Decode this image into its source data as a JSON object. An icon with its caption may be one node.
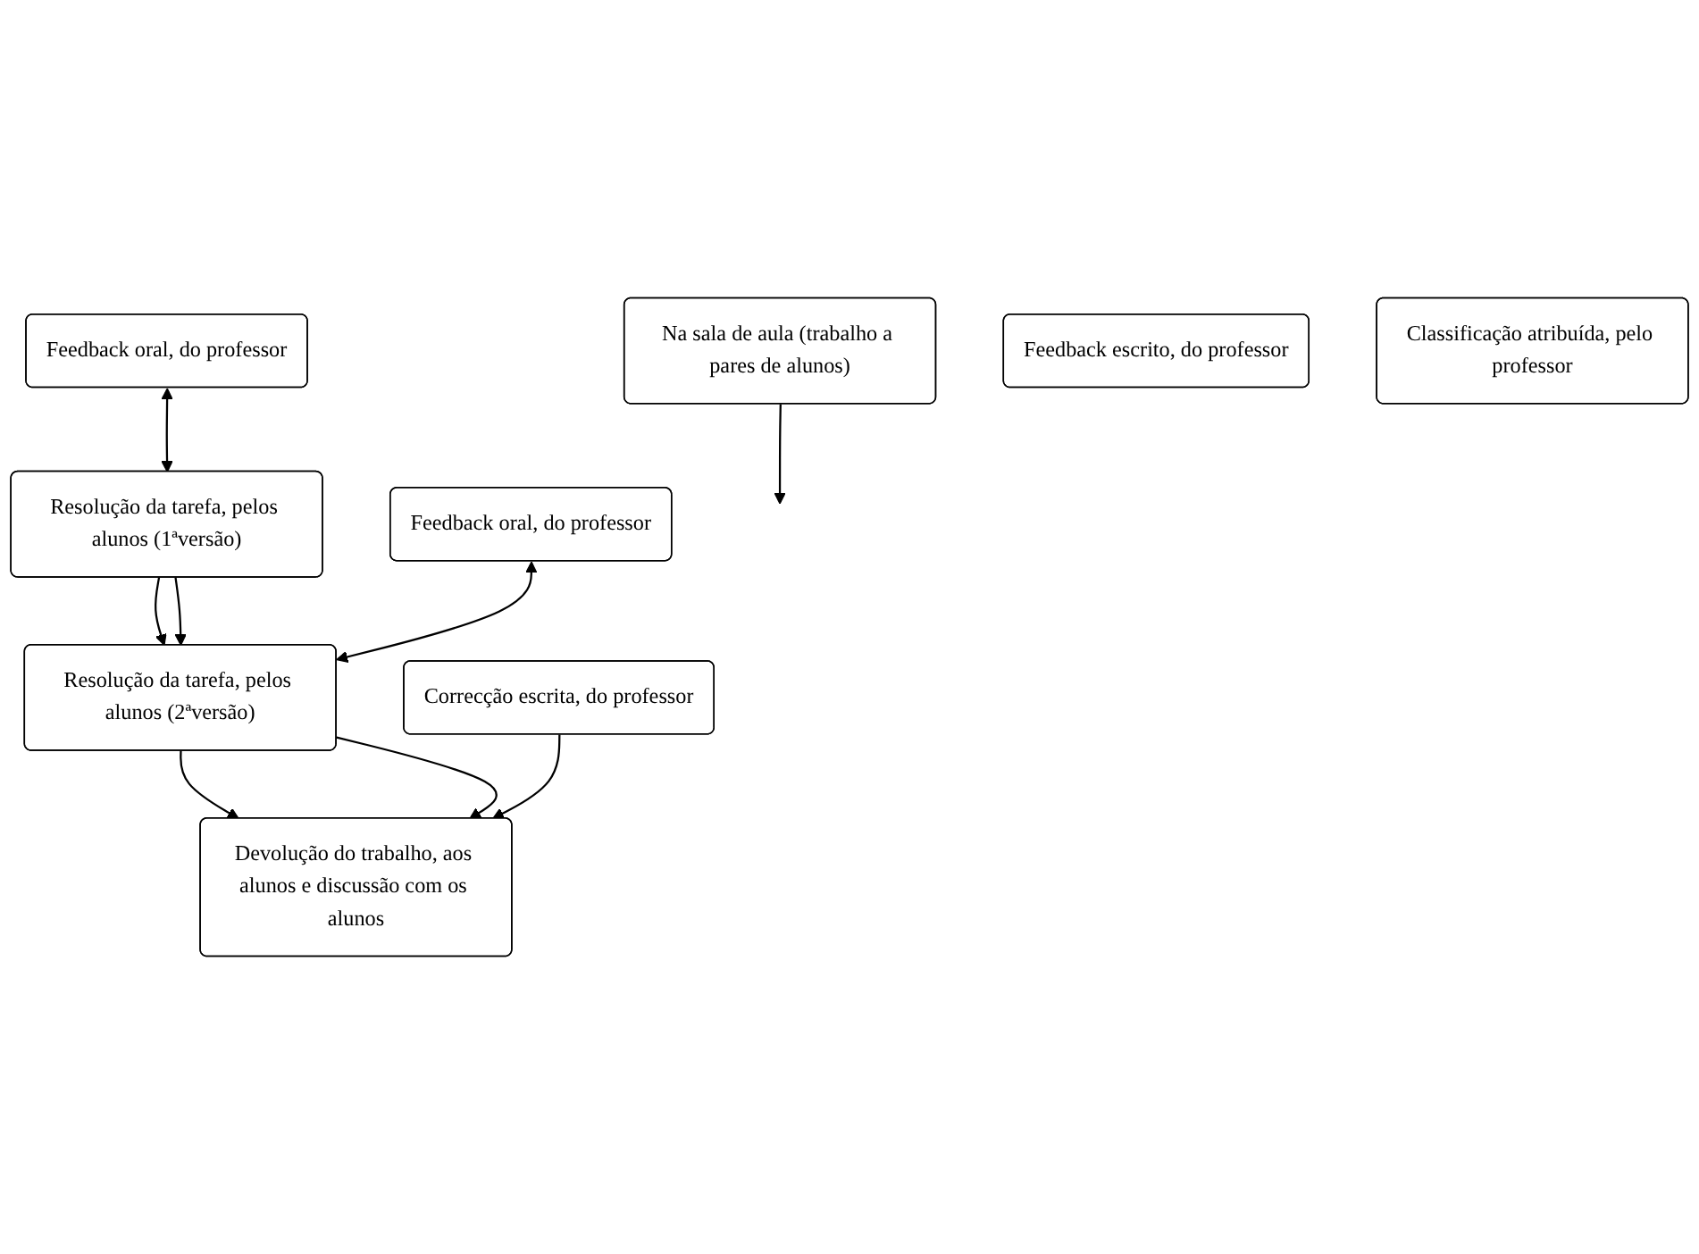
{
  "diagram": {
    "nodes": [
      {
        "text": [
          "Na sala de aula (trabalho a pares de alunos)"
        ]
      },
      {
        "text": [
          "Feedback oral, do professor"
        ]
      },
      {
        "text": [
          "Resolução da tarefa, pelos alunos (1ªversão)"
        ]
      },
      {
        "text": [
          "Feedback escrito, do professor"
        ]
      },
      {
        "text": [
          "Feedback oral, do professor"
        ]
      },
      {
        "text": [
          "Resolução da tarefa, pelos alunos (2ªversão)"
        ]
      },
      {
        "text": [
          "Classificação atribuída, pelo professor"
        ]
      },
      {
        "text": [
          "Correcção escrita, do professor"
        ]
      },
      {
        "text": [
          "Devolução do trabalho, aos alunos e discussão com os alunos"
        ]
      }
    ],
    "edges": [
      {
        "from": 0,
        "to": null,
        "arrow": "to"
      },
      {
        "from": 1,
        "to": 2,
        "arrow": "both"
      },
      {
        "from": 2,
        "to": 5,
        "arrow": "to"
      },
      {
        "from": 2,
        "to": 5,
        "arrow": "to"
      },
      {
        "from": 4,
        "to": 5,
        "arrow": "both"
      },
      {
        "from": 5,
        "to": 8,
        "arrow": "to"
      },
      {
        "from": 5,
        "to": 8,
        "arrow": "to"
      },
      {
        "from": 7,
        "to": 8,
        "arrow": "to"
      }
    ]
  }
}
